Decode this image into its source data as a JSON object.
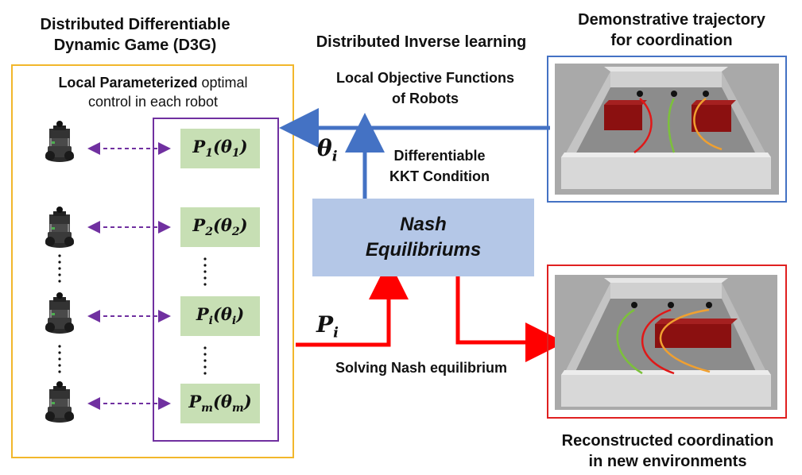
{
  "d3g": {
    "title_line1": "Distributed Differentiable",
    "title_line2": "Dynamic Game (D3G)",
    "local_bold": "Local Parameterized",
    "local_rest": " optimal",
    "local_line2": "control in each robot"
  },
  "problems": [
    {
      "P": "P",
      "sub": "1",
      "theta": "θ",
      "tsub": "1"
    },
    {
      "P": "P",
      "sub": "2",
      "theta": "θ",
      "tsub": "2"
    },
    {
      "P": "P",
      "sub": "i",
      "theta": "θ",
      "tsub": "i"
    },
    {
      "P": "P",
      "sub": "m",
      "theta": "θ",
      "tsub": "m"
    }
  ],
  "inverse": {
    "title": "Distributed Inverse learning",
    "objective_line1": "Local Objective Functions",
    "objective_line2": "of Robots",
    "theta_sym": "θ",
    "theta_sub": "i",
    "kkt_line1": "Differentiable",
    "kkt_line2": "KKT Condition"
  },
  "nash": {
    "line1": "Nash",
    "line2": "Equilibriums"
  },
  "forward": {
    "p_sym": "P",
    "p_sub": "i",
    "solving": "Solving Nash equilibrium"
  },
  "demo": {
    "title_line1": "Demonstrative trajectory",
    "title_line2": "for coordination"
  },
  "recon": {
    "title_line1": "Reconstructed coordination",
    "title_line2": "in new environments"
  },
  "colors": {
    "d3g_border": "#f2b72b",
    "list_border": "#7030a0",
    "dashed_arrow": "#7030a0",
    "inverse_arrow": "#4472c4",
    "forward_arrow": "#ff0000",
    "nash_fill": "#b4c7e7",
    "problem_fill": "#c7dfb4",
    "demo_border": "#4472c4",
    "recon_border": "#e02020"
  }
}
